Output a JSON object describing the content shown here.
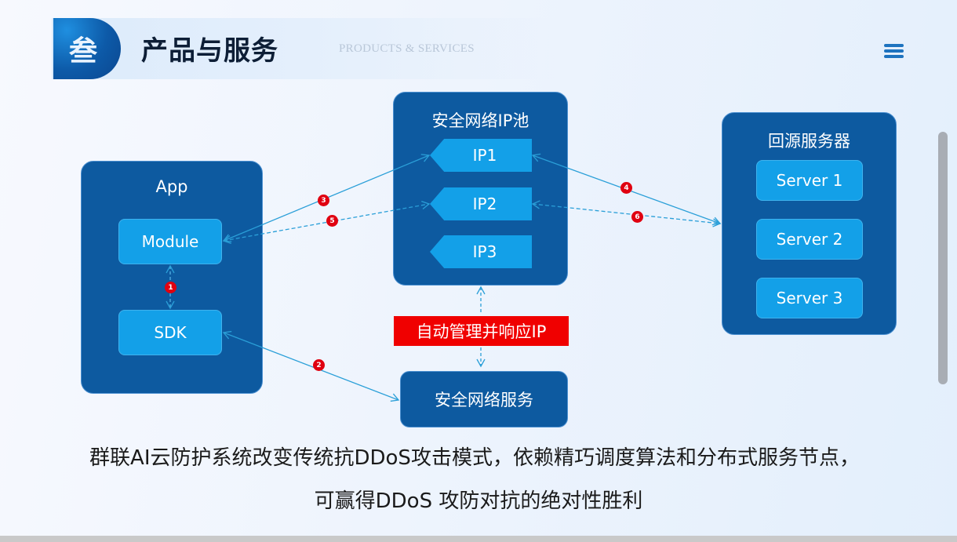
{
  "header": {
    "badge_char": "叁",
    "title": "产品与服务",
    "subtitle": "PRODUCTS & SERVICES",
    "menu_icon": "hamburger-menu-icon"
  },
  "diagram": {
    "app_panel": {
      "title": "App",
      "module": "Module",
      "sdk": "SDK"
    },
    "ip_pool_panel": {
      "title": "安全网络IP池",
      "ips": [
        "IP1",
        "IP2",
        "IP3"
      ]
    },
    "origin_panel": {
      "title": "回源服务器",
      "servers": [
        "Server 1",
        "Server 2",
        "Server 3"
      ]
    },
    "auto_manage_label": "自动管理并响应IP",
    "security_service": "安全网络服务",
    "steps": [
      "1",
      "2",
      "3",
      "4",
      "5",
      "6"
    ],
    "colors": {
      "panel": "#0d5aa0",
      "box": "#13a0e8",
      "arrow": "#2a9fd8",
      "step_badge": "#e00010",
      "highlight": "#f00000"
    }
  },
  "caption": {
    "line1": "群联AI云防护系统改变传统抗DDoS攻击模式，依赖精巧调度算法和分布式服务节点，",
    "line2": "可赢得DDoS 攻防对抗的绝对性胜利"
  }
}
